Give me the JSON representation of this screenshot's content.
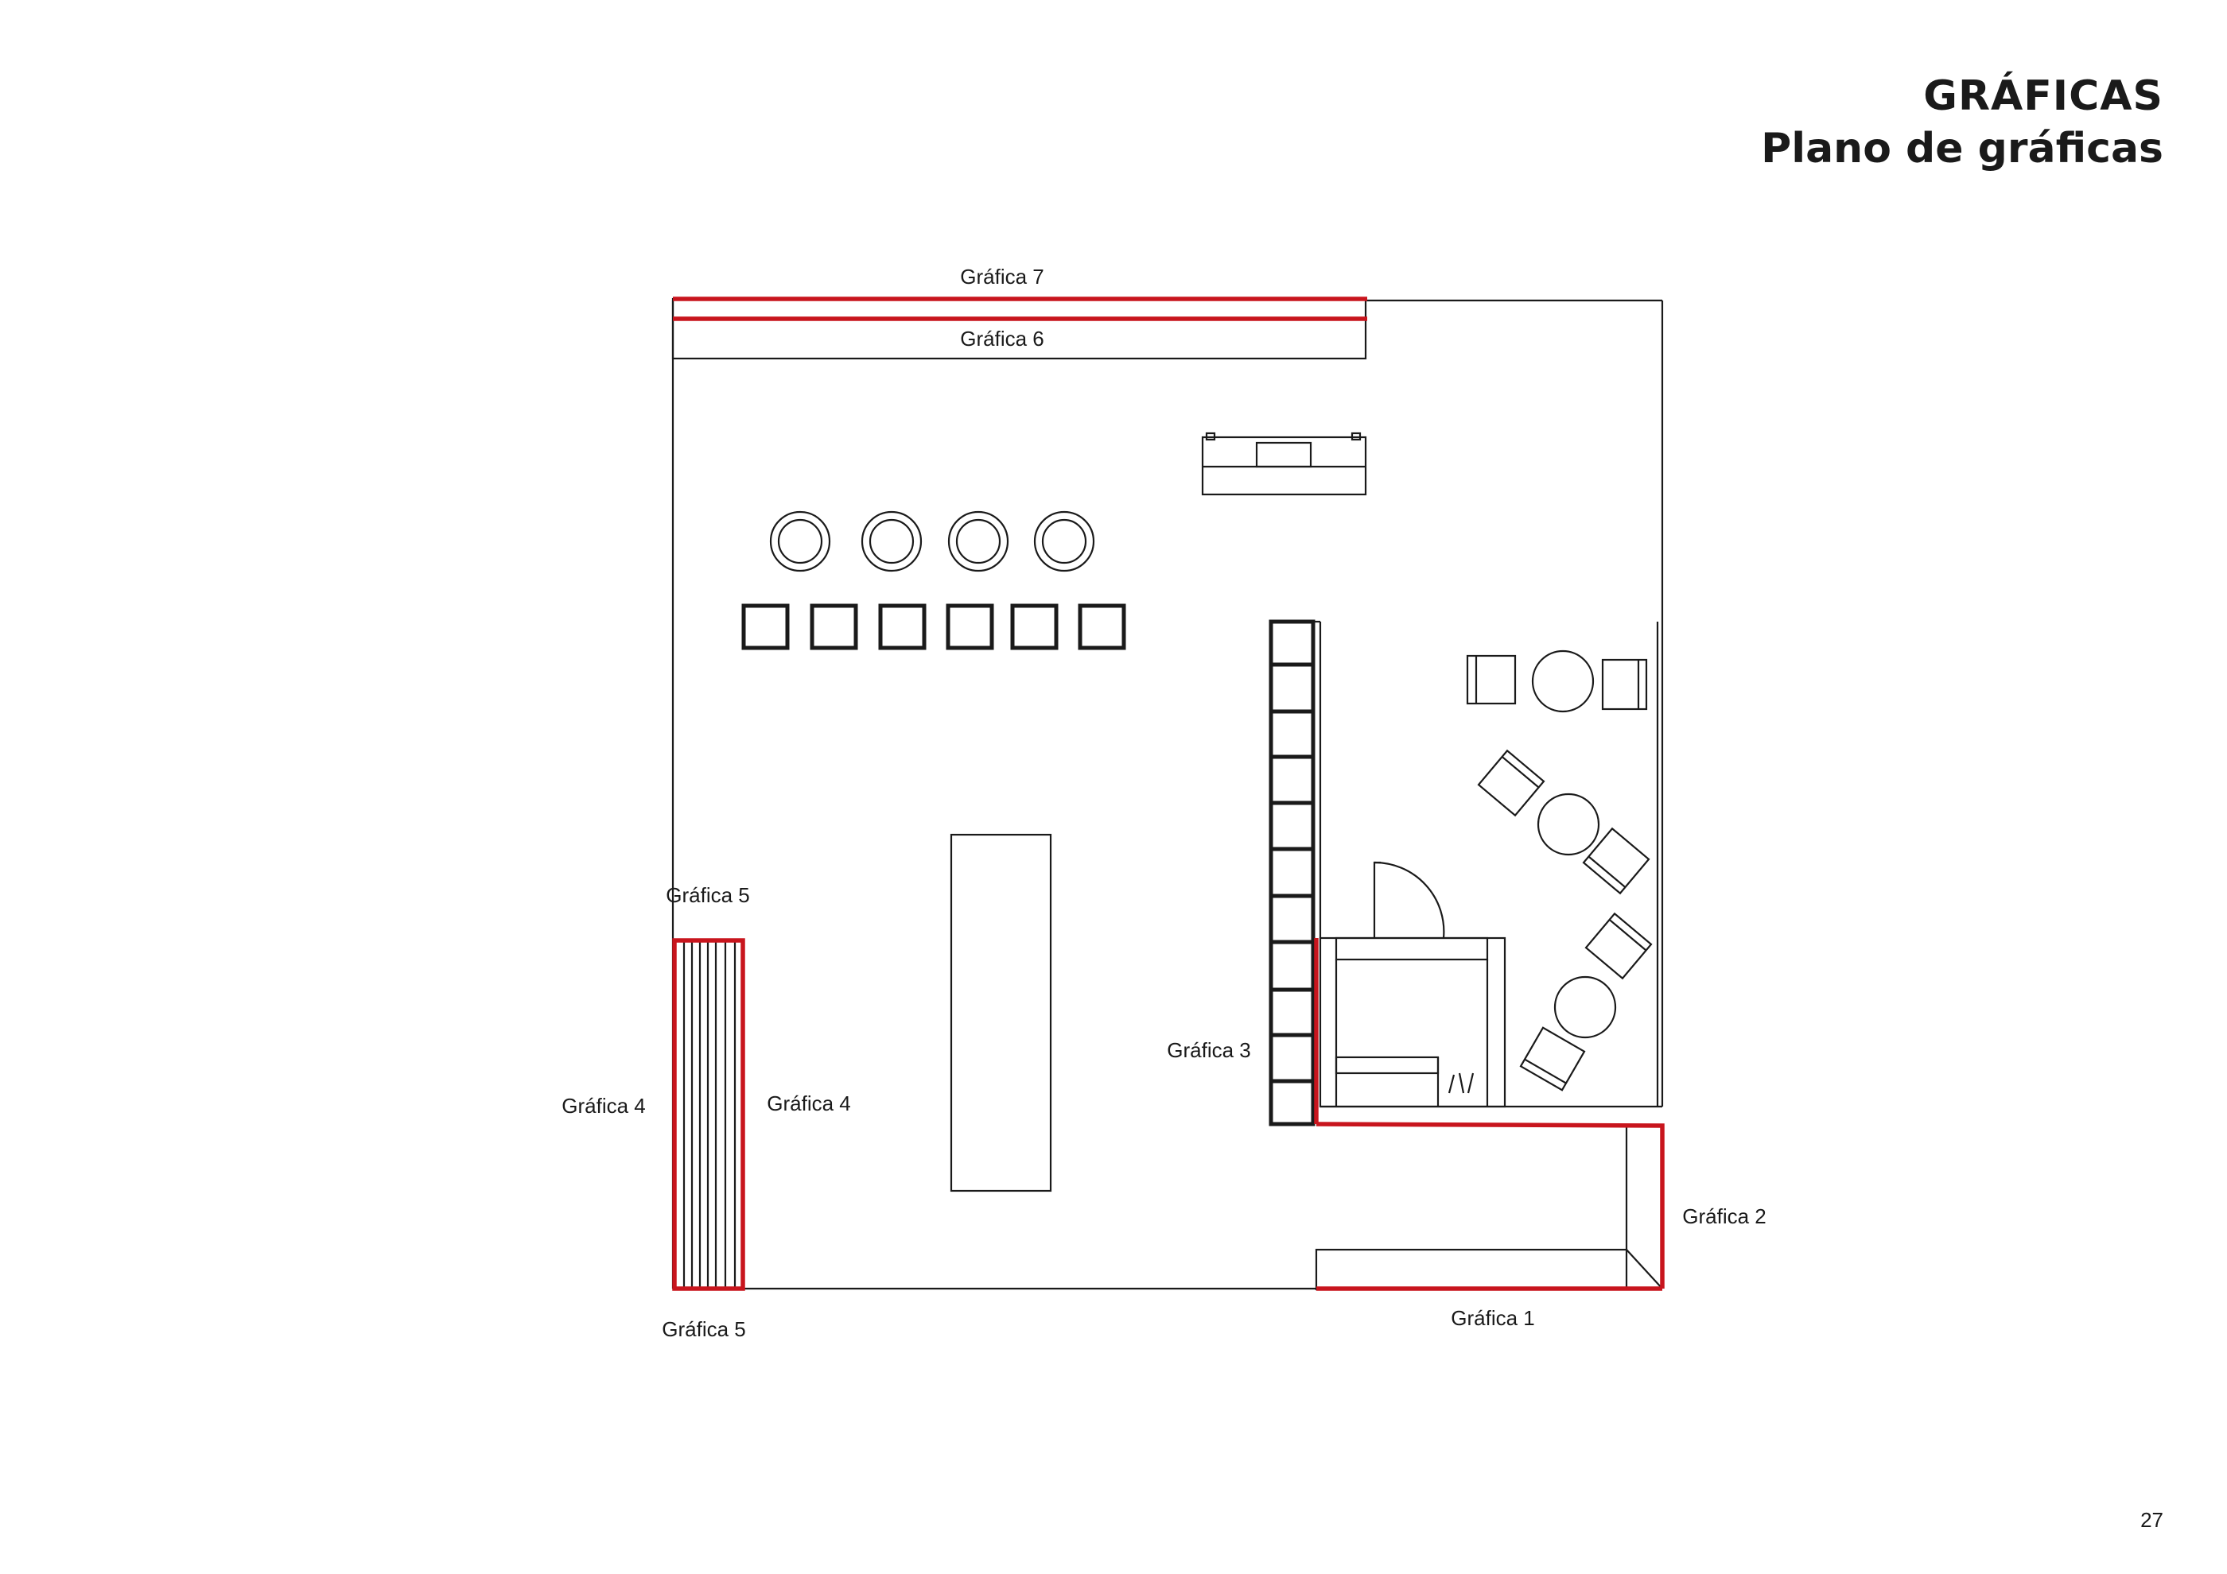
{
  "header": {
    "title": "GRÁFICAS",
    "subtitle": "Plano de gráficas"
  },
  "page_number": "27",
  "colors": {
    "graphic_highlight": "#c8151d",
    "line": "#1a1a1a",
    "background": "#ffffff"
  },
  "labels": {
    "g7": "Gráfica 7",
    "g6": "Gráfica 6",
    "g5_top": "Gráfica 5",
    "g5_bottom": "Gráfica 5",
    "g4_left": "Gráfica 4",
    "g4_right": "Gráfica 4",
    "g3": "Gráfica 3",
    "g2": "Gráfica 2",
    "g1": "Gráfica 1"
  }
}
